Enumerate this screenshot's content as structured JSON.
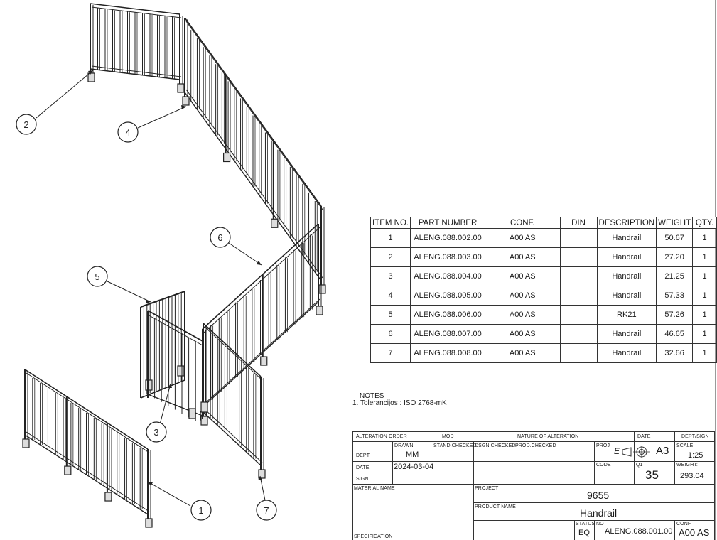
{
  "balloons": [
    "1",
    "2",
    "3",
    "4",
    "5",
    "6",
    "7"
  ],
  "bom": {
    "headers": [
      "ITEM NO.",
      "PART NUMBER",
      "CONF.",
      "DIN",
      "DESCRIPTION",
      "WEIGHT",
      "QTY."
    ],
    "rows": [
      {
        "item": "1",
        "part": "ALENG.088.002.00",
        "conf": "A00 AS",
        "din": "",
        "desc": "Handrail",
        "weight": "50.67",
        "qty": "1"
      },
      {
        "item": "2",
        "part": "ALENG.088.003.00",
        "conf": "A00 AS",
        "din": "",
        "desc": "Handrail",
        "weight": "27.20",
        "qty": "1"
      },
      {
        "item": "3",
        "part": "ALENG.088.004.00",
        "conf": "A00 AS",
        "din": "",
        "desc": "Handrail",
        "weight": "21.25",
        "qty": "1"
      },
      {
        "item": "4",
        "part": "ALENG.088.005.00",
        "conf": "A00 AS",
        "din": "",
        "desc": "Handrail",
        "weight": "57.33",
        "qty": "1"
      },
      {
        "item": "5",
        "part": "ALENG.088.006.00",
        "conf": "A00 AS",
        "din": "",
        "desc": "RK21",
        "weight": "57.26",
        "qty": "1"
      },
      {
        "item": "6",
        "part": "ALENG.088.007.00",
        "conf": "A00 AS",
        "din": "",
        "desc": "Handrail",
        "weight": "46.65",
        "qty": "1"
      },
      {
        "item": "7",
        "part": "ALENG.088.008.00",
        "conf": "A00 AS",
        "din": "",
        "desc": "Handrail",
        "weight": "32.66",
        "qty": "1"
      }
    ]
  },
  "notes": {
    "title": "NOTES",
    "items": [
      "1. Tolerancijos : ISO 2768-mK"
    ]
  },
  "title_block": {
    "labels": {
      "alteration_order": "ALTERATION ORDER",
      "mod": "MOD",
      "nature": "NATURE OF ALTERATION",
      "date": "DATE",
      "dept_sign": "DEPT/SIGN",
      "drawn": "DRAWN",
      "stand_checked": "STAND.CHECKED",
      "dsgn_checked": "DSGN.CHECKED",
      "prod_checked": "PROD.CHECKED",
      "proj": "PROJ",
      "scale": "SCALE:",
      "dept": "DEPT",
      "date_row": "DATE",
      "code": "CODE",
      "q1": "Q1",
      "weight": "WEIGHT:",
      "sign": "SIGN",
      "material_name": "MATERIAL NAME",
      "project": "PROJECT",
      "product_name": "PRODUCT NAME",
      "specification": "SPECIFICATION",
      "status": "STATUS",
      "no": "NO",
      "conf": "CONF"
    },
    "values": {
      "drawn_by": "MM",
      "date": "2024-03-04",
      "proj_symbol": "E",
      "sheet_size": "A3",
      "scale": "1:25",
      "q1": "35",
      "weight": "293.04",
      "project": "9655",
      "product_name": "Handrail",
      "status": "EQ",
      "number": "ALENG.088.001.00",
      "conf": "A00 AS"
    }
  }
}
